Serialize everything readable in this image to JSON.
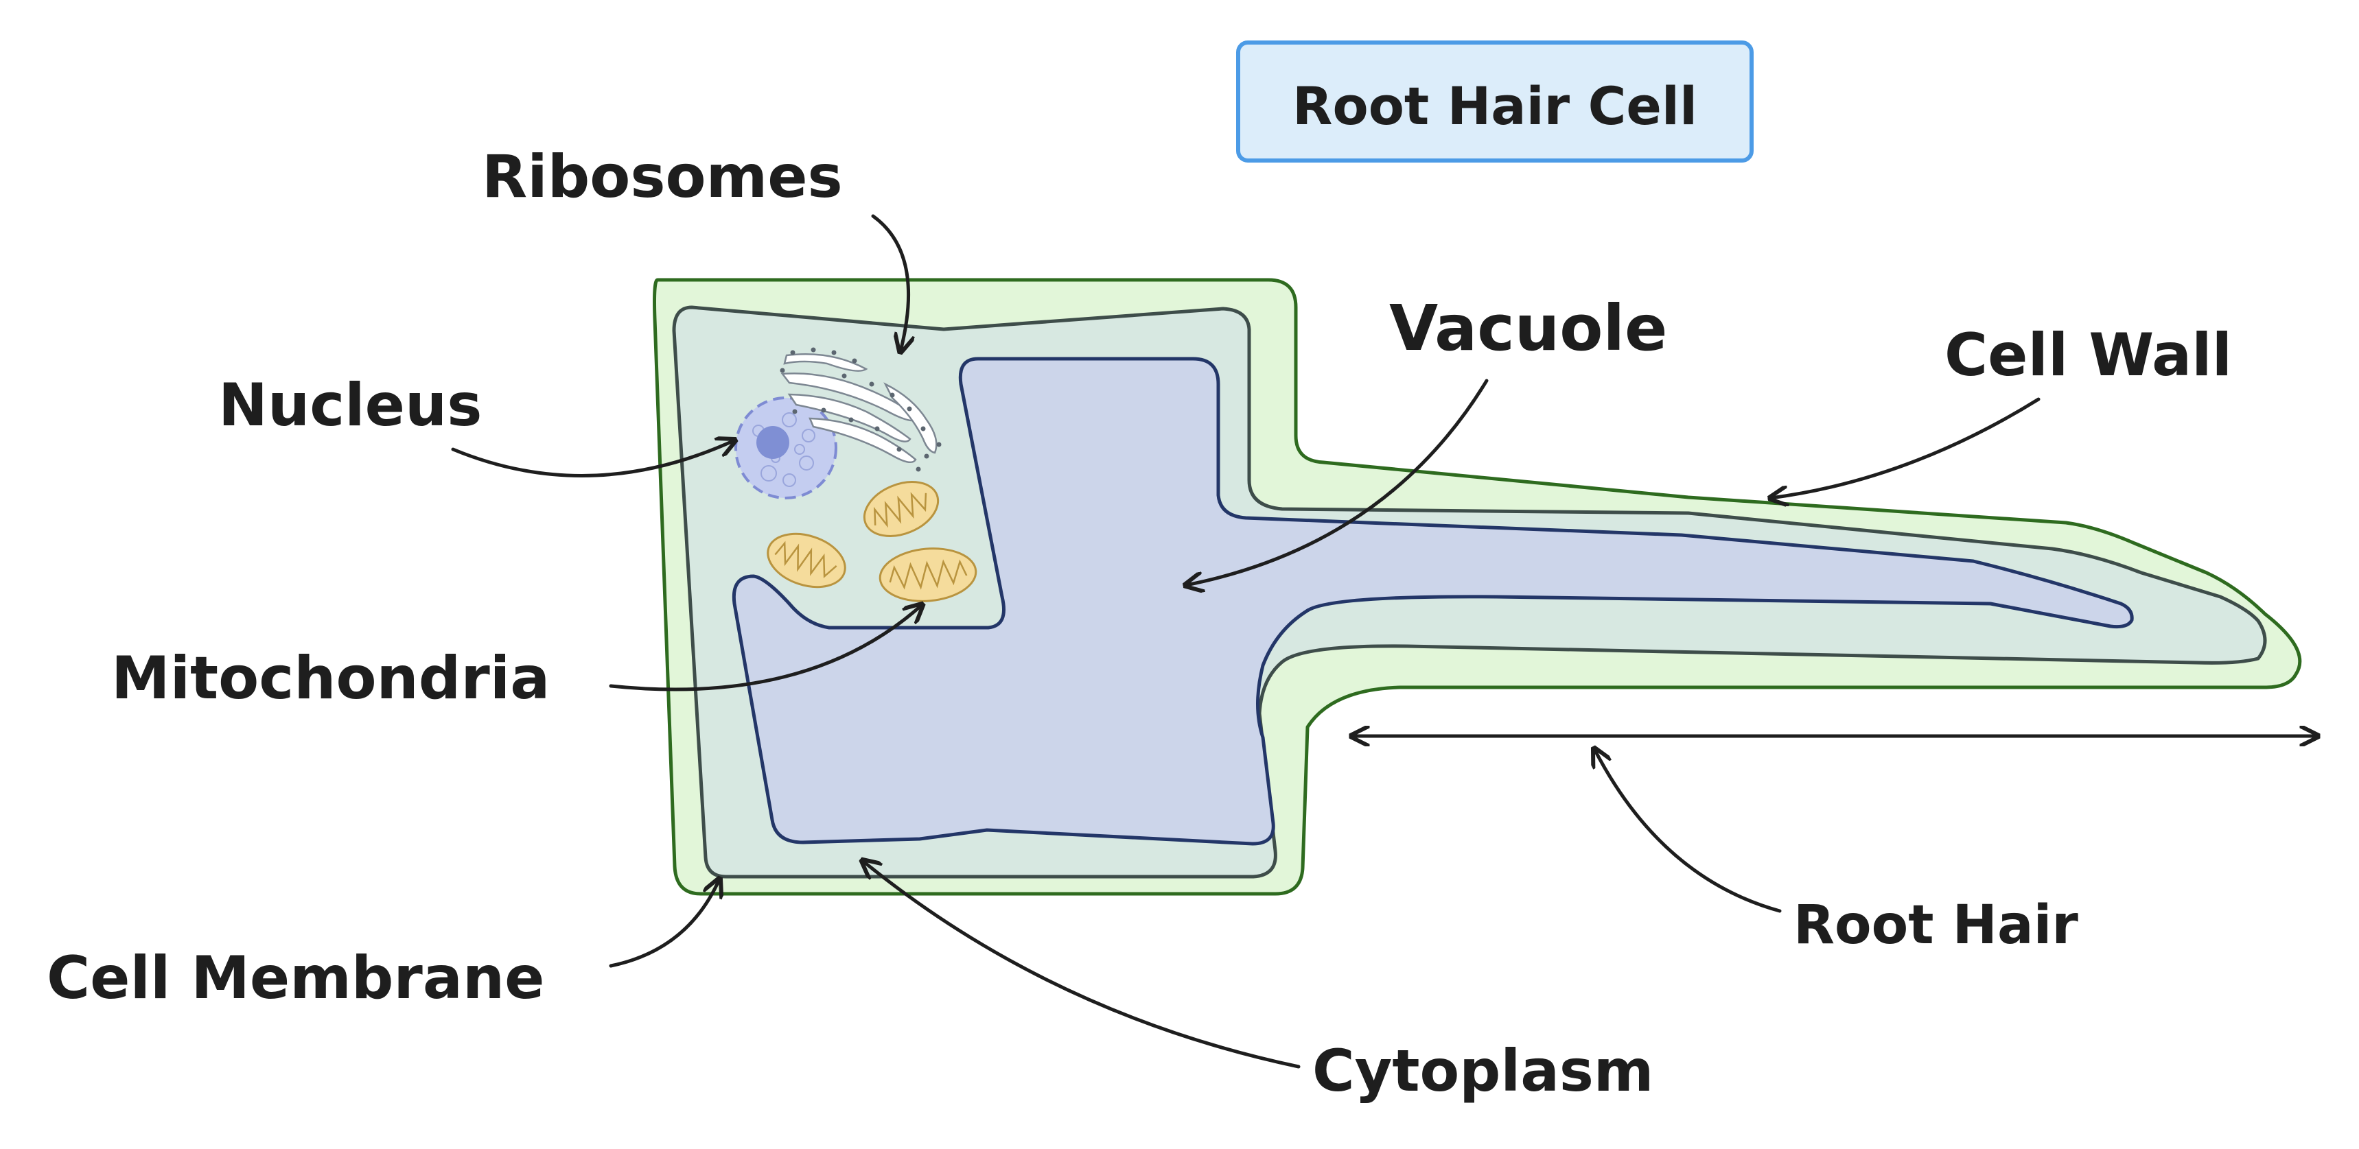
{
  "title": "Root Hair Cell",
  "labels": {
    "ribosomes": "Ribosomes",
    "nucleus": "Nucleus",
    "mitochondria": "Mitochondria",
    "cell_membrane": "Cell Membrane",
    "vacuole": "Vacuole",
    "cell_wall": "Cell Wall",
    "root_hair": "Root Hair",
    "cytoplasm": "Cytoplasm"
  },
  "colors": {
    "cell_wall_fill": "#e2f6d9",
    "cell_wall_stroke": "#2e6b1f",
    "cytoplasm_fill": "#d7e8e1",
    "membrane_stroke": "#3e4d4a",
    "vacuole_fill": "#ccd5ea",
    "vacuole_stroke": "#233668",
    "nucleus_fill": "#c4cdf0",
    "mitochondria_fill": "#f5dc9c",
    "title_box_fill": "#dcedfa",
    "title_box_stroke": "#4c9be6",
    "arrow_color": "#1e1e1e"
  }
}
